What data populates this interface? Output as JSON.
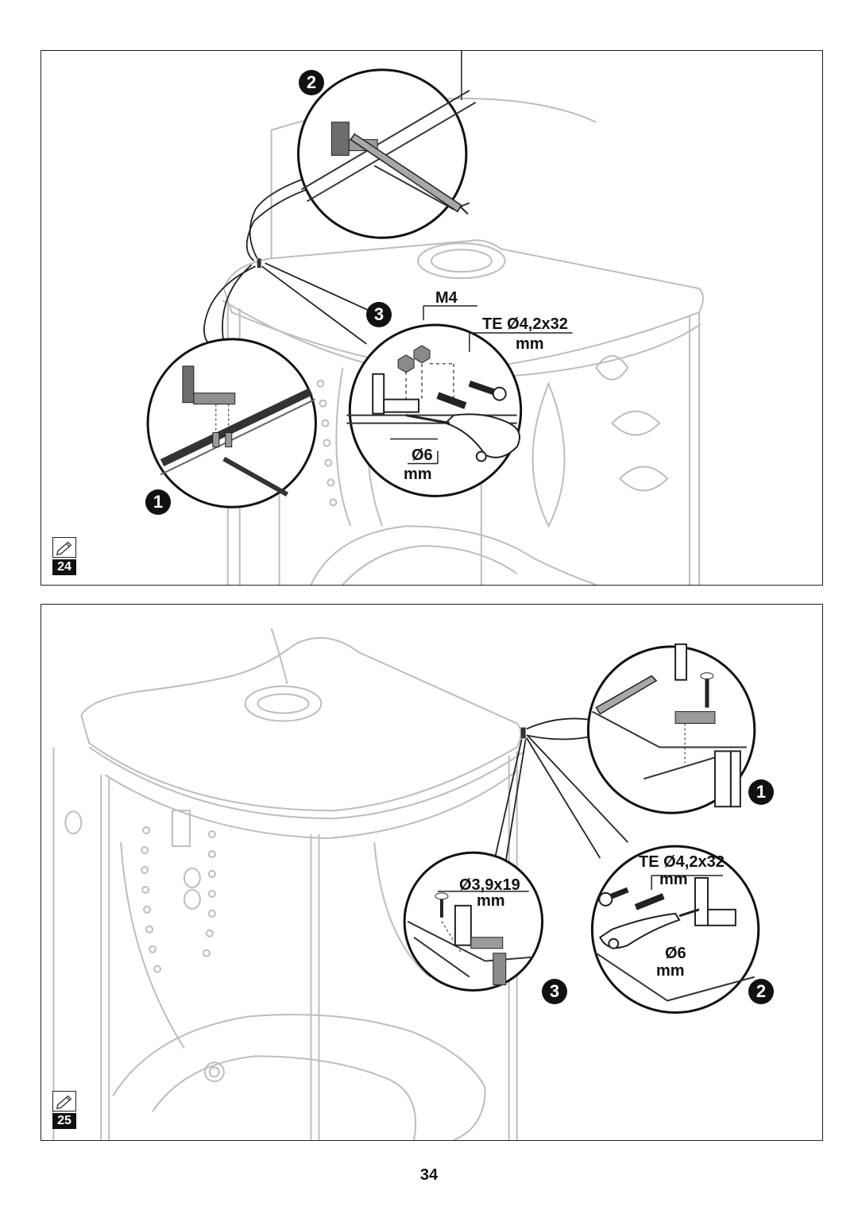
{
  "page": {
    "number": "34"
  },
  "panels": [
    {
      "step": "24",
      "callouts": [
        "1",
        "2",
        "3"
      ],
      "labels": {
        "nut": "M4",
        "screw": "TE Ø4,2x32",
        "screw_unit": "mm",
        "drill": "Ø6",
        "drill_unit": "mm"
      }
    },
    {
      "step": "25",
      "callouts": [
        "1",
        "2",
        "3"
      ],
      "labels": {
        "screw": "TE Ø4,2x32",
        "screw_unit": "mm",
        "drill": "Ø6",
        "drill_unit": "mm",
        "small_screw": "Ø3,9x19",
        "small_screw_unit": "mm"
      }
    }
  ],
  "icons": {
    "step_marker": "pencil-icon"
  }
}
